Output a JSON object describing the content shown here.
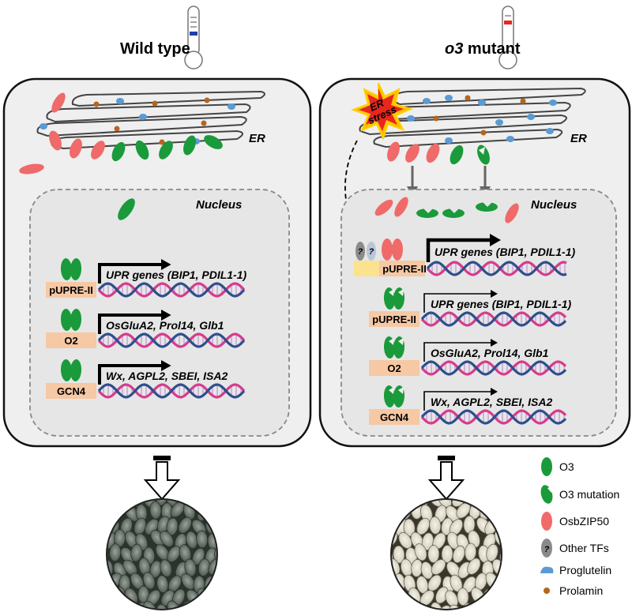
{
  "panels": {
    "wild": {
      "title": "Wild type",
      "er_label": "ER",
      "nucleus_label": "Nucleus",
      "rows": [
        {
          "box": "pUPRE-II",
          "genes_prefix": "UPR genes (",
          "genes_a": "BIP1",
          "genes_sep": ", ",
          "genes_b": "PDIL1-1",
          "genes_suffix": ")"
        },
        {
          "box": "O2",
          "genes": "OsGluA2, Prol14, Glb1"
        },
        {
          "box": "GCN4",
          "genes": "Wx, AGPL2, SBEI,  ISA2"
        }
      ]
    },
    "mutant": {
      "title_italic": "o3",
      "title_rest": " mutant",
      "er_label": "ER",
      "stress_line1": "ER",
      "stress_line2": "stress",
      "nucleus_label": "Nucleus",
      "unknown_mark": "?",
      "rows": [
        {
          "box": "pUPRE-II",
          "genes_prefix": "UPR genes (",
          "genes_a": "BIP1",
          "genes_sep": ", ",
          "genes_b": "PDIL1-1",
          "genes_suffix": ")"
        },
        {
          "box": "pUPRE-II",
          "genes_prefix": "UPR genes (",
          "genes_a": "BIP1",
          "genes_sep": ", ",
          "genes_b": "PDIL1-1",
          "genes_suffix": ")"
        },
        {
          "box": "O2",
          "genes": "OsGluA2, Prol14, Glb1"
        },
        {
          "box": "GCN4",
          "genes": "Wx, AGPL2, SBEI, ISA2"
        }
      ]
    }
  },
  "legend": [
    {
      "label": "O3",
      "color": "#1a9a3a",
      "shape": "green-ellipse"
    },
    {
      "label": "O3 mutation",
      "color": "#1a9a3a",
      "shape": "notched-green-ellipse"
    },
    {
      "label": "OsbZIP50",
      "color": "#f06a6a",
      "shape": "red-ellipse"
    },
    {
      "label": "Other TFs",
      "color": "#8a8a8a",
      "shape": "question-ellipse"
    },
    {
      "label": "Proglutelin",
      "color": "#5b9bd5",
      "shape": "blue-blob"
    },
    {
      "label": "Prolamin",
      "color": "#b5651d",
      "shape": "brown-dot"
    }
  ],
  "colors": {
    "o3": "#1a9a3a",
    "osbzip50": "#f06a6a",
    "proglutelin": "#5b9bd5",
    "prolamin": "#b5651d",
    "box": "#f6c8a4",
    "stress": "#e8261e"
  }
}
